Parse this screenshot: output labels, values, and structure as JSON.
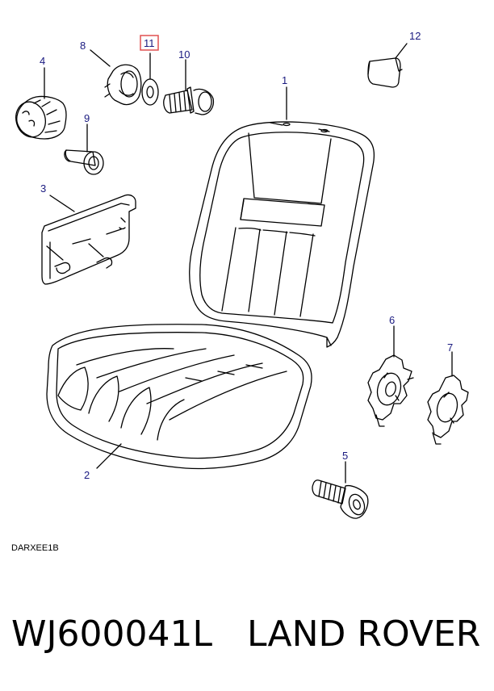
{
  "diagram": {
    "code": "DARXEE1B",
    "highlight_color": "#e05050",
    "callout_color": "#1a1a80",
    "callouts": {
      "c1": "1",
      "c2": "2",
      "c3": "3",
      "c4": "4",
      "c5": "5",
      "c6": "6",
      "c7": "7",
      "c8": "8",
      "c9": "9",
      "c10": "10",
      "c11": "11",
      "c12": "12"
    },
    "highlighted_callout": "11"
  },
  "footer": {
    "part_number": "WJ600041L",
    "brand": "LAND ROVER"
  }
}
